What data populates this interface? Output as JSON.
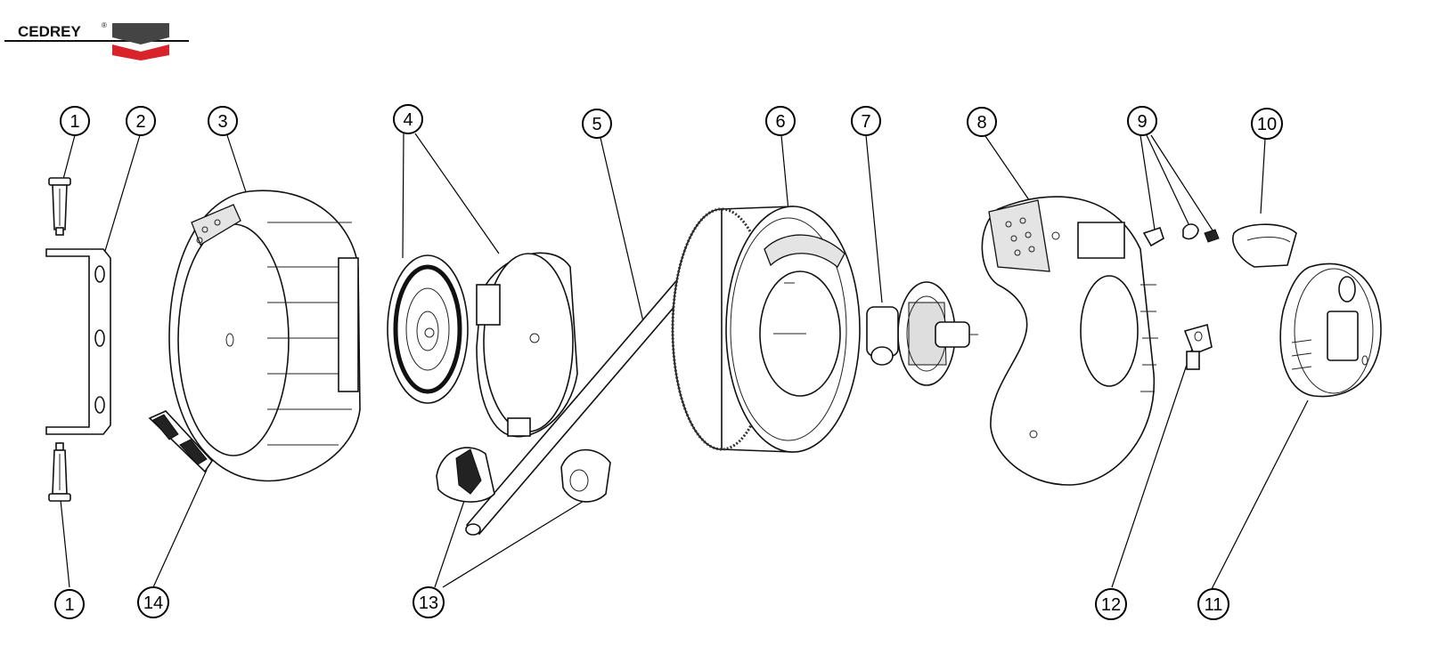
{
  "logo": {
    "brand": "CEDREY",
    "mark": "®",
    "colors": {
      "dark": "#444444",
      "red": "#d8232a"
    }
  },
  "callouts": [
    "1",
    "2",
    "3",
    "4",
    "5",
    "6",
    "7",
    "8",
    "9",
    "10",
    "11",
    "12",
    "13",
    "14",
    "1"
  ]
}
